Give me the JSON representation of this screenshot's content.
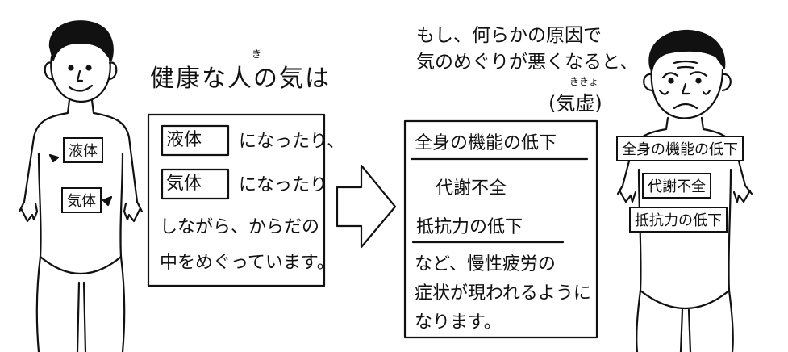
{
  "left_section": {
    "heading": "健康な人の気は",
    "heading_ruby": "き",
    "body_tags": {
      "liquid": "液体",
      "gas": "気体"
    },
    "box": {
      "line1_tag": "液体",
      "line1_text": "になったり、",
      "line2_tag": "気体",
      "line2_text": "になったり",
      "line3": "しながら、からだの",
      "line4": "中をめぐっています。"
    }
  },
  "right_section": {
    "heading_line1": "もし、何らかの原因で",
    "heading_line2": "気のめぐりが悪くなると、",
    "kikyo": "(気虚)",
    "kikyo_ruby": "ききょ",
    "box": {
      "item1": "全身の機能の低下",
      "item2": "代謝不全",
      "item3": "抵抗力の低下",
      "desc1": "など、慢性疲労の",
      "desc2": "症状が現われるように",
      "desc3": "なります。"
    },
    "body_tags": {
      "tag1": "全身の機能の低下",
      "tag2": "代謝不全",
      "tag3": "抵抗力の低下"
    }
  }
}
